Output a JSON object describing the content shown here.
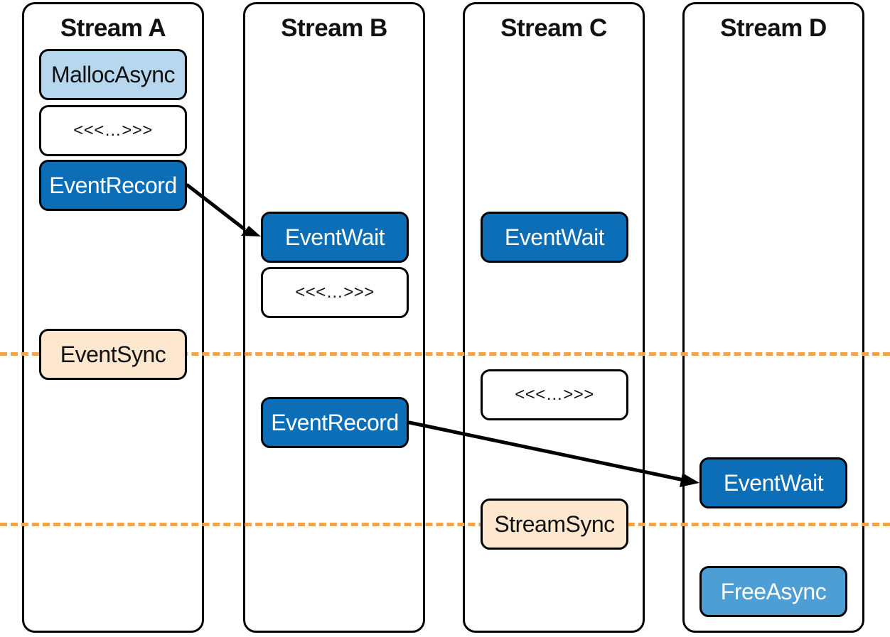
{
  "colors": {
    "malloc_fill": "#b7d7ee",
    "kernel_fill": "#ffffff",
    "event_fill": "#0b6eb7",
    "sync_fill": "#fde8cf",
    "free_fill": "#4d9ed4",
    "sync_line": "#f0a44c",
    "border": "#000000"
  },
  "streams": [
    {
      "title": "Stream A",
      "ops": [
        {
          "label": "MallocAsync",
          "kind": "malloc"
        },
        {
          "label": "<<<…>>>",
          "kind": "kernel"
        },
        {
          "label": "EventRecord",
          "kind": "event"
        },
        {
          "label": "EventSync",
          "kind": "sync"
        }
      ]
    },
    {
      "title": "Stream B",
      "ops": [
        {
          "label": "EventWait",
          "kind": "event"
        },
        {
          "label": "<<<…>>>",
          "kind": "kernel"
        },
        {
          "label": "EventRecord",
          "kind": "event"
        }
      ]
    },
    {
      "title": "Stream C",
      "ops": [
        {
          "label": "EventWait",
          "kind": "event"
        },
        {
          "label": "<<<…>>>",
          "kind": "kernel"
        },
        {
          "label": "StreamSync",
          "kind": "sync"
        }
      ]
    },
    {
      "title": "Stream D",
      "ops": [
        {
          "label": "EventWait",
          "kind": "event"
        },
        {
          "label": "FreeAsync",
          "kind": "free"
        }
      ]
    }
  ],
  "dependencies": [
    {
      "from": "Stream A / EventRecord",
      "to": "Stream B / EventWait"
    },
    {
      "from": "Stream B / EventRecord",
      "to": "Stream D / EventWait"
    }
  ]
}
